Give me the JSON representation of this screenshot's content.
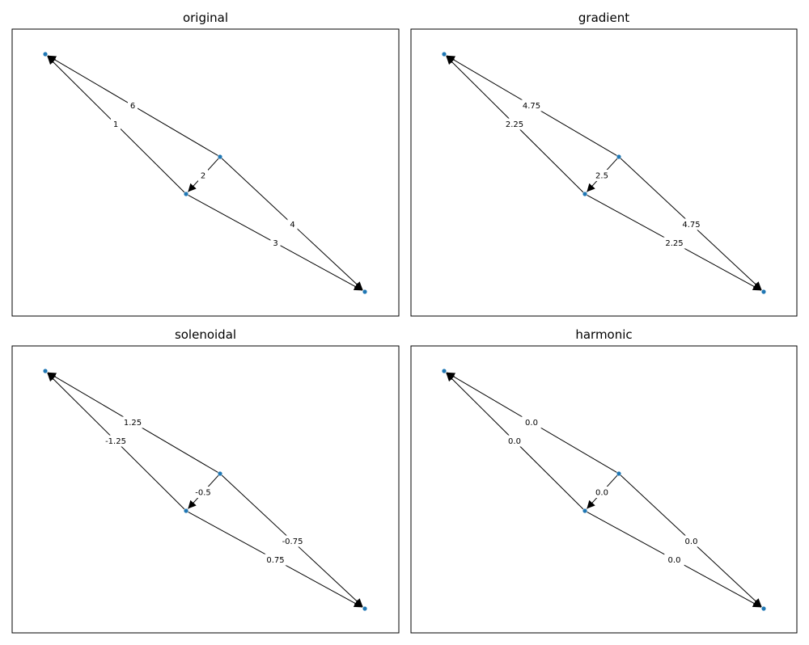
{
  "panels": [
    {
      "title": "original",
      "edges": [
        {
          "from": "b",
          "to": "a",
          "label": "6"
        },
        {
          "from": "c",
          "to": "a",
          "label": "1"
        },
        {
          "from": "b",
          "to": "c",
          "label": "2"
        },
        {
          "from": "b",
          "to": "d",
          "label": "4"
        },
        {
          "from": "c",
          "to": "d",
          "label": "3"
        }
      ]
    },
    {
      "title": "gradient",
      "edges": [
        {
          "from": "b",
          "to": "a",
          "label": "4.75"
        },
        {
          "from": "c",
          "to": "a",
          "label": "2.25"
        },
        {
          "from": "b",
          "to": "c",
          "label": "2.5"
        },
        {
          "from": "b",
          "to": "d",
          "label": "4.75"
        },
        {
          "from": "c",
          "to": "d",
          "label": "2.25"
        }
      ]
    },
    {
      "title": "solenoidal",
      "edges": [
        {
          "from": "b",
          "to": "a",
          "label": "1.25"
        },
        {
          "from": "c",
          "to": "a",
          "label": "-1.25"
        },
        {
          "from": "b",
          "to": "c",
          "label": "-0.5"
        },
        {
          "from": "b",
          "to": "d",
          "label": "-0.75"
        },
        {
          "from": "c",
          "to": "d",
          "label": "0.75"
        }
      ]
    },
    {
      "title": "harmonic",
      "edges": [
        {
          "from": "b",
          "to": "a",
          "label": "0.0"
        },
        {
          "from": "c",
          "to": "a",
          "label": "0.0"
        },
        {
          "from": "b",
          "to": "c",
          "label": "0.0"
        },
        {
          "from": "b",
          "to": "d",
          "label": "0.0"
        },
        {
          "from": "c",
          "to": "d",
          "label": "0.0"
        }
      ]
    }
  ],
  "colors": {
    "node": "#1f77b4",
    "edge": "#000000",
    "frame": "#000000",
    "label_background": "#ffffff"
  }
}
